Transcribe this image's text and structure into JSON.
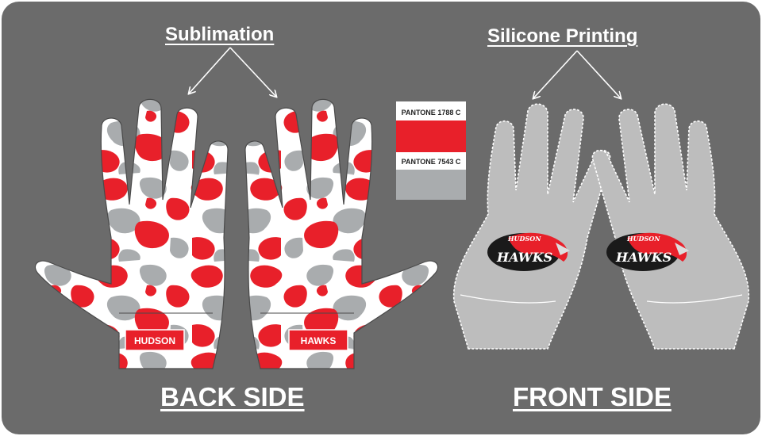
{
  "headings": {
    "sublimation": "Sublimation",
    "silicone_printing": "Silicone Printing",
    "back_side": "BACK SIDE",
    "front_side": "FRONT SIDE"
  },
  "pantone": [
    {
      "label": "PANTONE 1788 C",
      "color": "#e8202a"
    },
    {
      "label": "PANTONE 7543 C",
      "color": "#a9acae"
    }
  ],
  "back_gloves": {
    "left_cuff_text": "HUDSON",
    "right_cuff_text": "HAWKS",
    "camo_colors": [
      "#e8202a",
      "#a9acae",
      "#ffffff"
    ]
  },
  "front_gloves": {
    "glove_color": "#bdbdbd",
    "logo_top": "HUDSON",
    "logo_main": "HAWKS"
  },
  "colors": {
    "background": "#6b6b6b",
    "text": "#ffffff",
    "accent_red": "#e8202a",
    "glove_gray": "#bdbdbd"
  }
}
